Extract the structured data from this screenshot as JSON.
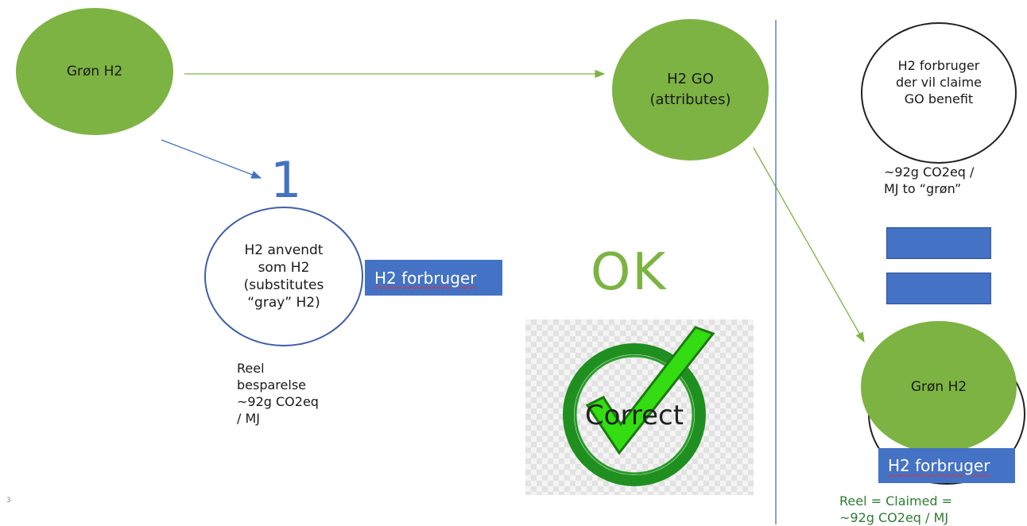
{
  "nodes": {
    "gron_h2_left": "Grøn H2",
    "h2_go": "H2 GO\n(attributes)",
    "h2_anvendt": "H2 anvendt\nsom H2\n(substitutes\n“gray” H2)",
    "h2_forbruger_claim": "H2 forbruger\nder vil claime\nGO benefit",
    "gron_h2_right": "Grøn H2"
  },
  "labels": {
    "h2_forbruger_mid": "H2 forbruger",
    "h2_forbruger_right": "H2 forbruger",
    "step_number": "1",
    "ok": "OK",
    "correct": "Correct"
  },
  "notes": {
    "reel_besparelse": "Reel\nbesparelse\n~92g CO2eq\n/ MJ",
    "go_to_gron": "~92g CO2eq /\nMJ to “grøn”",
    "reel_claimed": "Reel = Claimed =\n~92g CO2eq / MJ"
  },
  "slide_number": "3",
  "colors": {
    "green_node": "#7cb342",
    "blue_label": "#4472c4",
    "check_green": "#1f8f1f",
    "check_bright": "#33dd11"
  }
}
